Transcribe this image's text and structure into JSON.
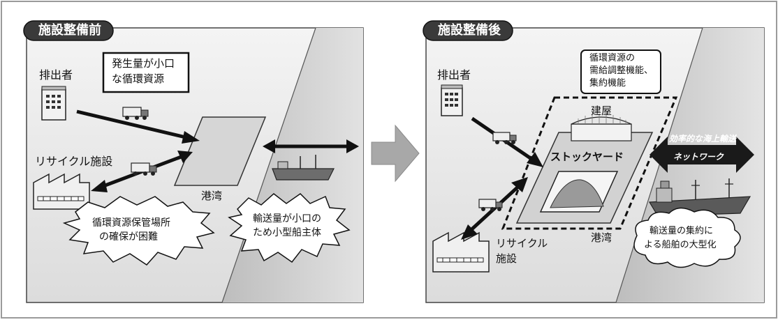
{
  "left_panel": {
    "title": "施設整備前",
    "emitter_label": "排出者",
    "box_label_line1": "発生量が小口",
    "box_label_line2": "な循環資源",
    "recycle_label": "リサイクル施設",
    "port_label": "港湾",
    "burst_storage_line1": "循環資源保管場所",
    "burst_storage_line2": "の確保が困難",
    "burst_ship_line1": "輸送量が小口の",
    "burst_ship_line2": "ため小型船主体"
  },
  "right_panel": {
    "title": "施設整備後",
    "emitter_label": "排出者",
    "box_label_line1": "循環資源の",
    "box_label_line2": "需給調整機能、",
    "box_label_line3": "集約機能",
    "building_label": "建屋",
    "stockyard_label": "ストックヤード",
    "network_label_line1": "効率的な海上輸送",
    "network_label_line2": "ネットワーク",
    "recycle_label_line1": "リサイクル",
    "recycle_label_line2": "施設",
    "port_label": "港湾",
    "cloud_line1": "輸送量の集約に",
    "cloud_line2": "よる船舶の大型化"
  },
  "icons": [
    "building-icon",
    "truck-icon",
    "factory-icon",
    "ship-icon",
    "right-arrow-icon",
    "stockpile-icon",
    "warehouse-icon"
  ],
  "colors": {
    "sea": "#cfcfcf",
    "land": "#e9e9e9",
    "ink": "#111111",
    "frame": "#9a9a9a",
    "arrow": "#a8a8a8"
  }
}
